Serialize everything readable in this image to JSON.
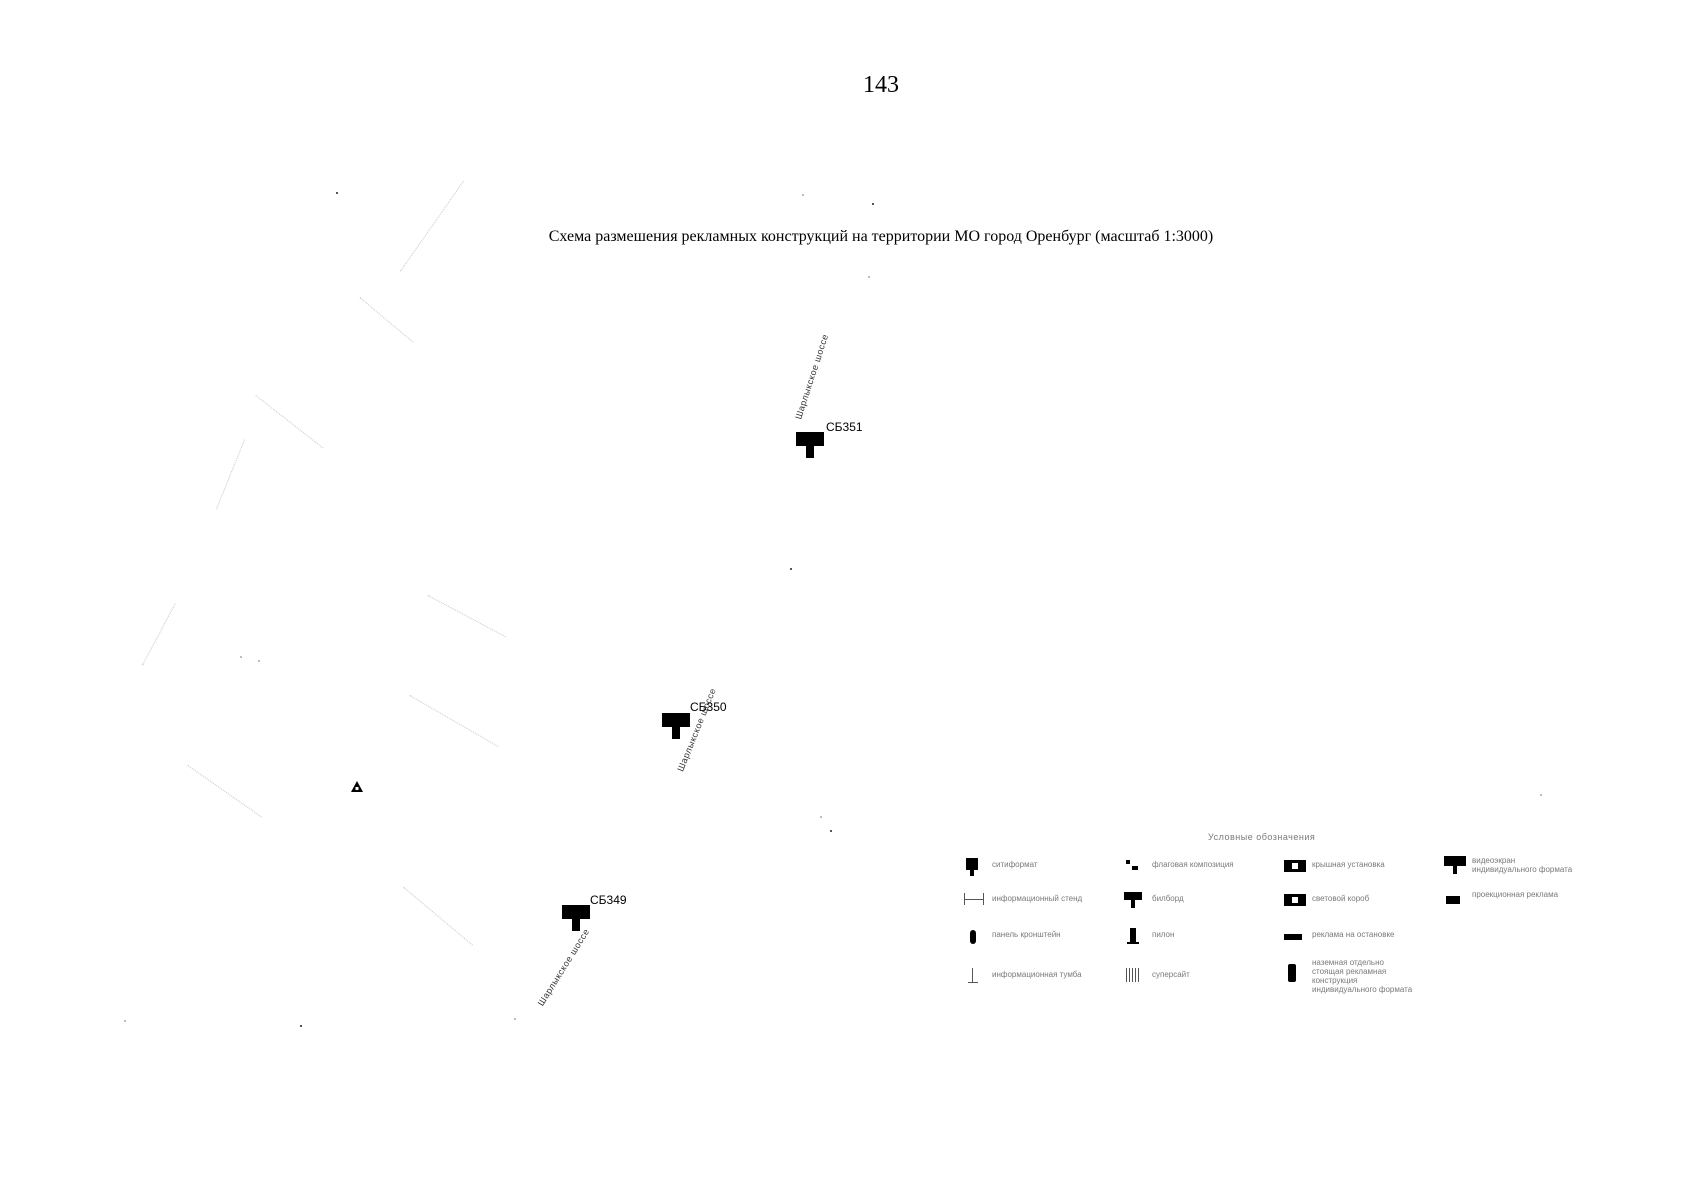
{
  "page": {
    "number": "143"
  },
  "map": {
    "title": "Схема размешения рекламных конструкций на территории МО город Оренбург (масштаб 1:3000)",
    "street_labels": [
      "Шарлыкское шоссе",
      "Шарлыкское шоссе",
      "Шарлыкское шоссе"
    ],
    "markers": [
      {
        "code": "СБ351",
        "type": "billboard"
      },
      {
        "code": "СБ350",
        "type": "billboard"
      },
      {
        "code": "СБ349",
        "type": "billboard"
      }
    ],
    "other_icon": "car-wash-icon"
  },
  "legend": {
    "title": "Условные обозначения",
    "items": [
      {
        "label": "ситиформат",
        "icon": "city-format-icon"
      },
      {
        "label": "флаговая композиция",
        "icon": "flag-composition-icon"
      },
      {
        "label": "крышная установка",
        "icon": "roof-installation-icon"
      },
      {
        "label": "видеоэкран\nиндивидуального формата",
        "icon": "video-screen-individual-icon"
      },
      {
        "label": "информационный стенд",
        "icon": "info-stand-icon"
      },
      {
        "label": "билборд",
        "icon": "billboard-icon"
      },
      {
        "label": "световой короб",
        "icon": "light-box-icon"
      },
      {
        "label": "проекционная реклама",
        "icon": "projection-icon"
      },
      {
        "label": "панель кронштейн",
        "icon": "bracket-panel-icon"
      },
      {
        "label": "пилон",
        "icon": "pylon-icon"
      },
      {
        "label": "реклама на остановке",
        "icon": "bus-stop-icon"
      },
      {
        "label": "информационная тумба",
        "icon": "info-pillar-icon"
      },
      {
        "label": "суперсайт",
        "icon": "supersite-icon"
      },
      {
        "label": "наземная отдельно\nстоящая рекламная\nконструкция\nиндивидуального формата",
        "icon": "individual-format-icon"
      }
    ]
  },
  "colors": {
    "marker": "#000000",
    "faint_text": "#9a9a9a"
  }
}
